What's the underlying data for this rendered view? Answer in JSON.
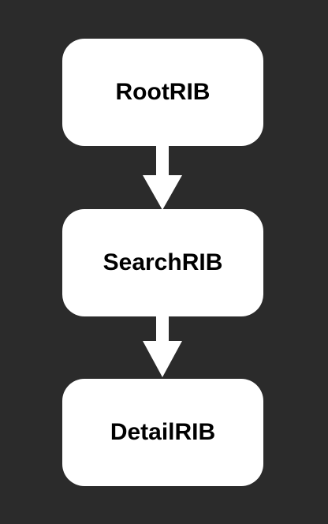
{
  "diagram": {
    "nodes": [
      {
        "label": "RootRIB"
      },
      {
        "label": "SearchRIB"
      },
      {
        "label": "DetailRIB"
      }
    ]
  },
  "colors": {
    "background": "#2b2b2b",
    "node_fill": "#ffffff",
    "node_text": "#000000",
    "arrow": "#ffffff"
  }
}
